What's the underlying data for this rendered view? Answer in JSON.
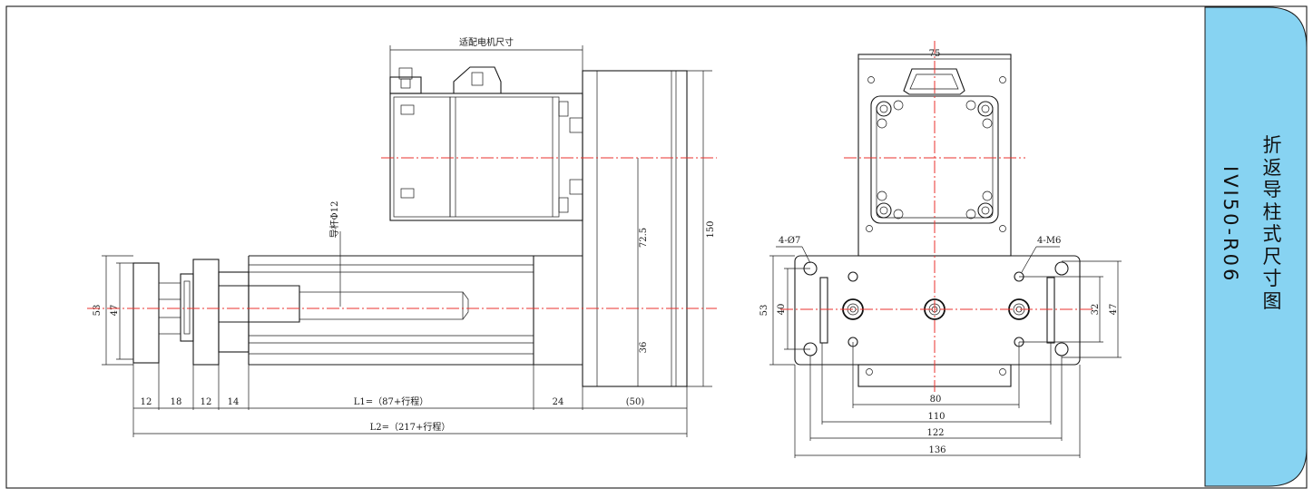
{
  "panel": {
    "title": "折返导柱式尺寸图",
    "model": "IVI50-R06",
    "accent_color": "#87d3f2"
  },
  "side_view": {
    "motor_label": "适配电机尺寸",
    "rod_label": "导杆Φ12",
    "dims": {
      "h72_5": "72.5",
      "h150": "150",
      "h36": "36",
      "h53": "53",
      "h47": "47",
      "d12a": "12",
      "d18": "18",
      "d12b": "12",
      "d14": "14",
      "L1": "L1=（87+行程）",
      "d24": "24",
      "d50": "(50)",
      "L2": "L2=（217+行程）"
    }
  },
  "end_view": {
    "top_width": "75",
    "hole_label": "4-Ø7",
    "thread_label": "4-M6",
    "dims": {
      "h53": "53",
      "h40": "40",
      "h32": "32",
      "h47": "47",
      "w80": "80",
      "w110": "110",
      "w122": "122",
      "w136": "136"
    }
  }
}
